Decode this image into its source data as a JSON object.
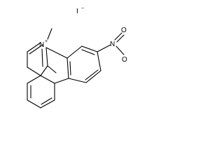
{
  "counterion": {
    "symbol": "I",
    "charge": "−"
  },
  "cation": {
    "ring_nitrogen": {
      "symbol": "N",
      "charge": "+"
    },
    "methyl": "CH3",
    "nitro": {
      "nitrogen": "N",
      "oxygen_1": "O",
      "oxygen_2": "O"
    }
  },
  "colors": {
    "ink": "#000000",
    "background": "#ffffff"
  }
}
